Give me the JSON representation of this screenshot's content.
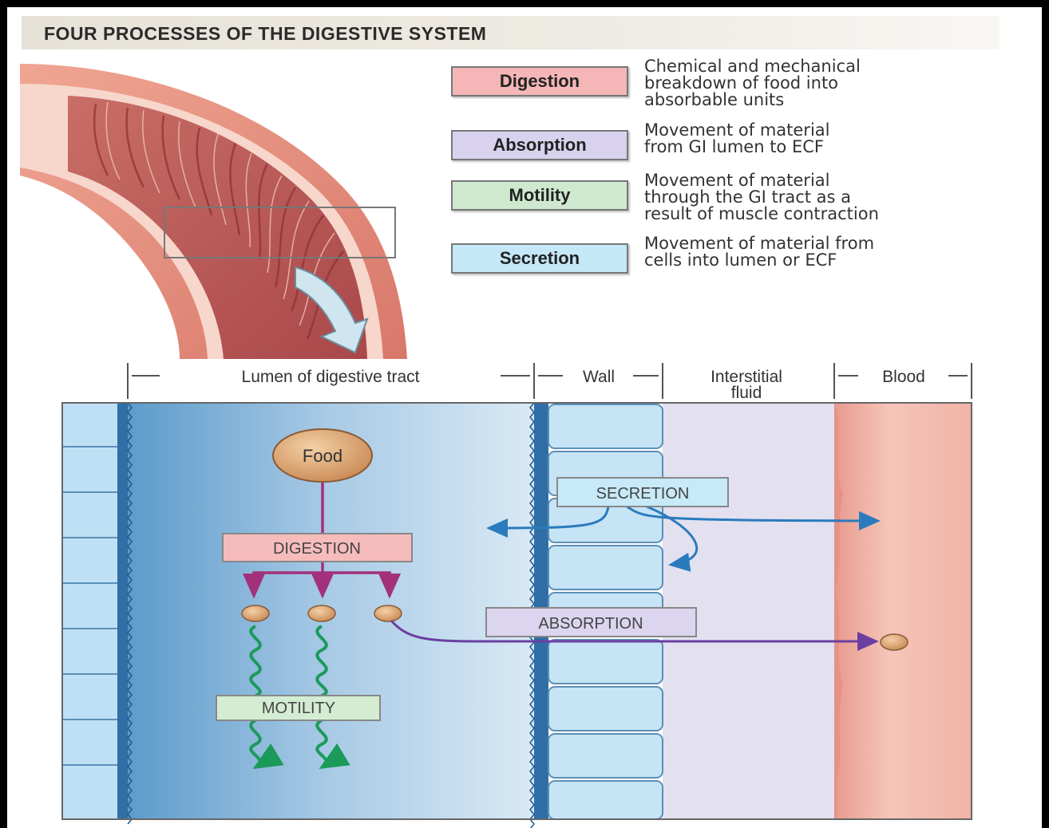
{
  "title": "FOUR PROCESSES OF THE DIGESTIVE SYSTEM",
  "legend": [
    {
      "label": "Digestion",
      "color": "#f4b6b6",
      "desc": [
        "Chemical and mechanical",
        "breakdown of food into",
        "absorbable units"
      ]
    },
    {
      "label": "Absorption",
      "color": "#d9d2ee",
      "desc": [
        "Movement of material",
        "from GI lumen to ECF"
      ]
    },
    {
      "label": "Motility",
      "color": "#cfe9cf",
      "desc": [
        "Movement of material",
        "through the GI tract as a",
        "result of muscle contraction"
      ]
    },
    {
      "label": "Secretion",
      "color": "#c4e8f7",
      "desc": [
        "Movement of material from",
        "cells into lumen or ECF"
      ]
    }
  ],
  "regions": {
    "lumen": "Lumen of digestive tract",
    "wall": "Wall",
    "interstitial_1": "Interstitial",
    "interstitial_2": "fluid",
    "blood": "Blood"
  },
  "labels": {
    "food": "Food",
    "digestion": "DIGESTION",
    "secretion": "SECRETION",
    "absorption": "ABSORPTION",
    "motility": "MOTILITY"
  },
  "colors": {
    "digestion_arrow": "#a3307a",
    "secretion_arrow": "#2a7bbd",
    "absorption_arrow": "#6a3fa0",
    "motility_arrow": "#1c9a5a",
    "blood": "#f2b7aa",
    "interstitial": "#e3e0f0"
  }
}
